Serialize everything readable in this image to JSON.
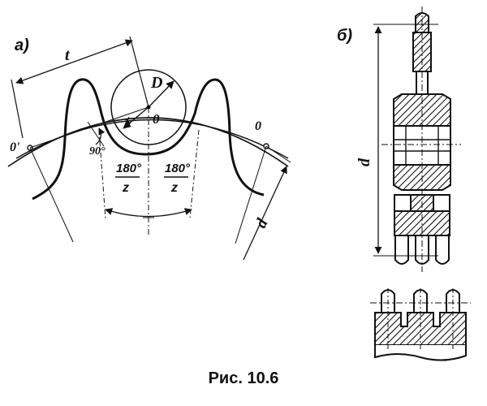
{
  "figure": {
    "caption": "Рис. 10.6",
    "panel_a": {
      "label": "а)",
      "pitch": "t",
      "roller_diameter": "D",
      "center": "0",
      "radius": "r",
      "left_point": "0'",
      "right_point": "0",
      "angle": "90°",
      "angle_left_num": "180°",
      "angle_left_den": "z",
      "angle_right_num": "180°",
      "angle_right_den": "z",
      "pitch_diameter": "d"
    },
    "panel_b": {
      "label": "б)",
      "pitch_diameter": "d"
    }
  },
  "colors": {
    "ink": "#111111",
    "paper": "#ffffff"
  }
}
